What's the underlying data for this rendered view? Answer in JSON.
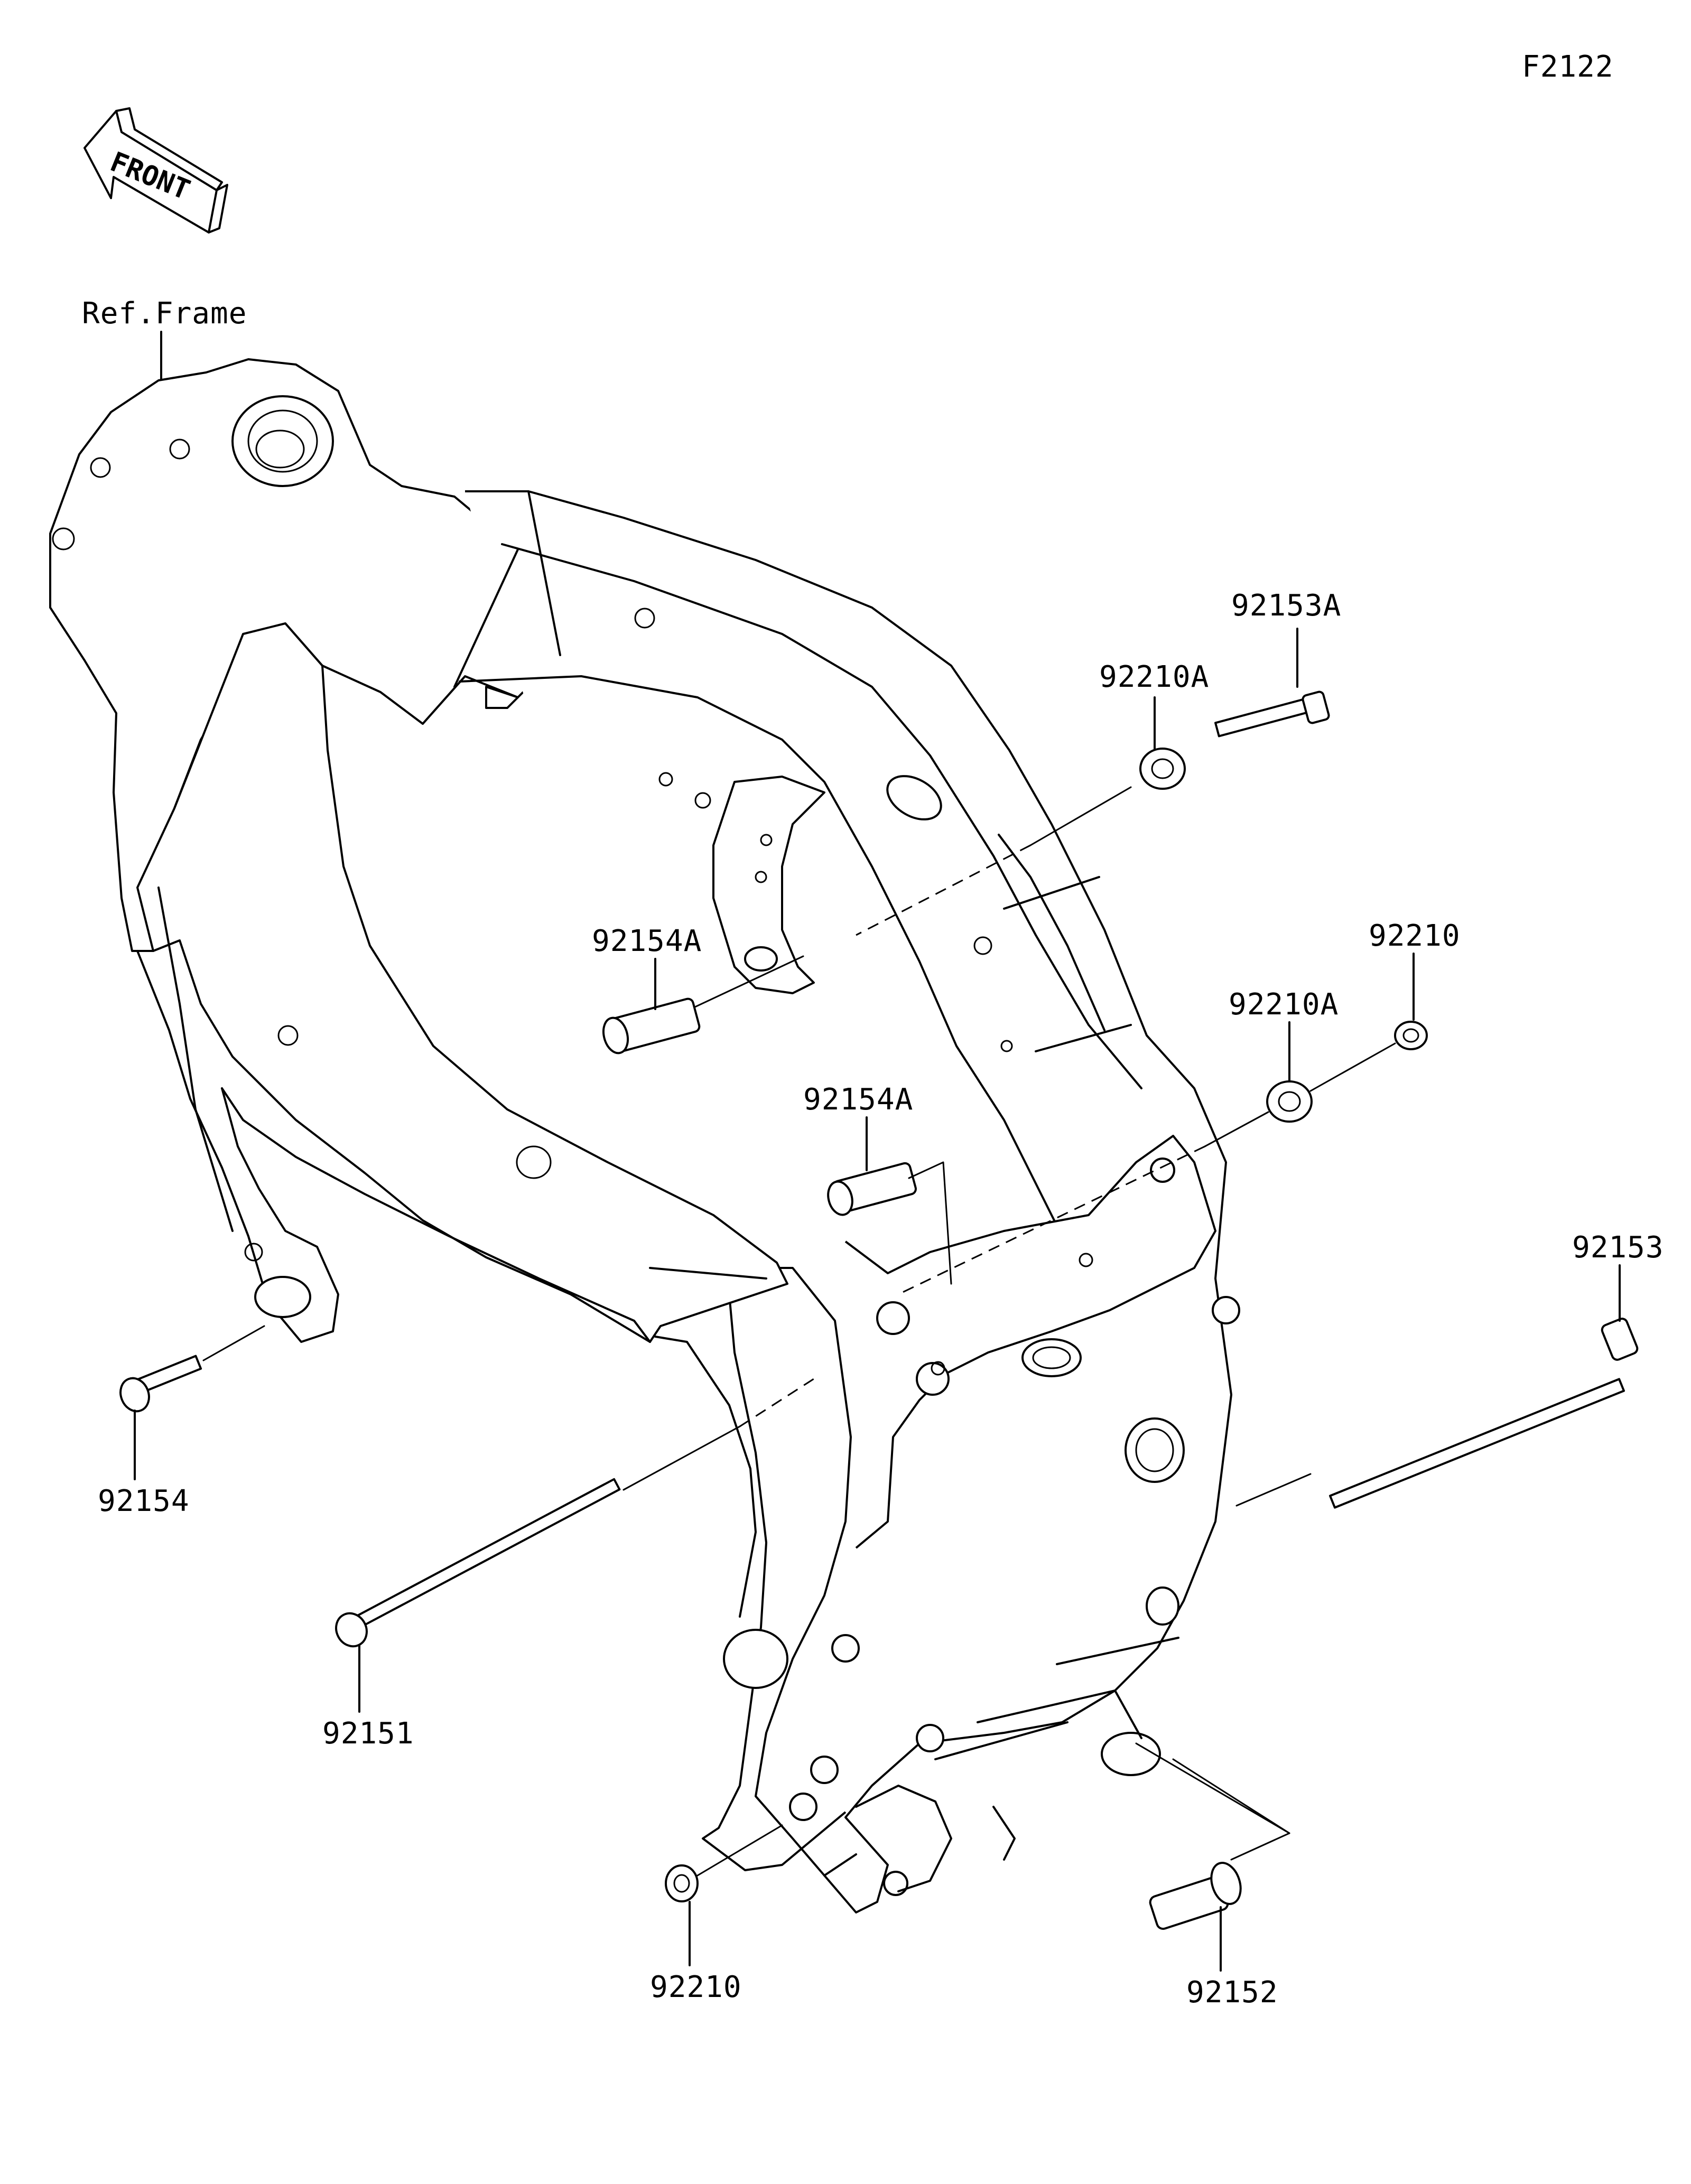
{
  "diagram_code": "F2122",
  "front_arrow_label": "FRONT",
  "frame_label": "Ref.Frame",
  "labels": {
    "l92153A": "92153A",
    "l92210A_top": "92210A",
    "l92154A_upper": "92154A",
    "l92210_right": "92210",
    "l92210A_mid": "92210A",
    "l92154A_mid": "92154A",
    "l92153": "92153",
    "l92154": "92154",
    "l92151": "92151",
    "l92210_bottom": "92210",
    "l92152": "92152"
  }
}
